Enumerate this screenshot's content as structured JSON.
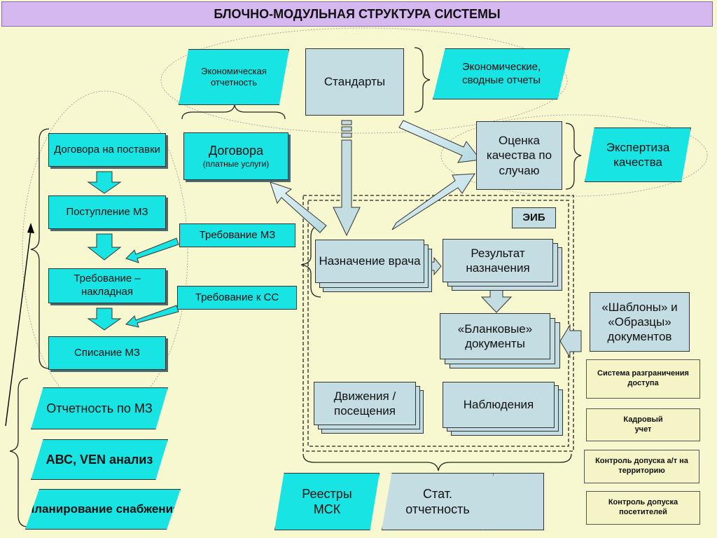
{
  "title": "БЛОЧНО-МОДУЛЬНАЯ СТРУКТУРА СИСТЕМЫ",
  "left_column": {
    "contracts_supply": "Договора на поставки",
    "receipt_mz": "Поступление МЗ",
    "requisition_invoice": "Требование – накладная",
    "writeoff_mz": "Списание МЗ"
  },
  "left_bottom": {
    "reporting_mz": "Отчетность по МЗ",
    "abc_ven": "АВС, VEN анализ",
    "supply_planning": "Планирование снабжения"
  },
  "top": {
    "economic_reporting": "Экономическая отчетность",
    "standards": "Стандарты",
    "economic_summary": "Экономические, сводные отчеты"
  },
  "contracts": {
    "title": "Договора",
    "subtitle": "(платные услуги)"
  },
  "requests": {
    "req_mz": "Требование МЗ",
    "req_ss": "Требование к СС"
  },
  "quality": {
    "case_assessment": "Оценка качества по случаю",
    "expertise": "Экспертиза качества"
  },
  "eib": {
    "label": "ЭИБ",
    "doctor_order": "Назначение врача",
    "order_result": "Результат назначения",
    "blank_docs": "«Бланковые» документы",
    "movements": "Движения / посещения",
    "observations": "Наблюдения"
  },
  "templates": "«Шаблоны» и «Образцы» документов",
  "right_modules": {
    "access_control_system": "Система разграничения доступа",
    "hr": "Кадровый учет",
    "vehicle_access": "Контроль допуска а/т на территорию",
    "visitor_access": "Контроль допуска посетителей"
  },
  "bottom": {
    "registries": "Реестры МСК",
    "stat_reporting": "Стат. отчетность"
  }
}
